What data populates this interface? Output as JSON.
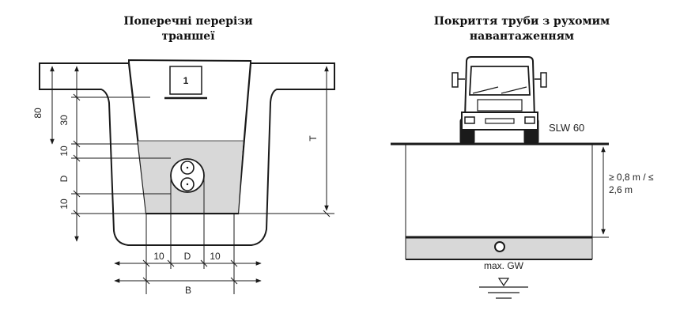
{
  "left": {
    "title_line1": "Поперечні перерізи",
    "title_line2": "траншеї",
    "box_number": "1",
    "dims": {
      "left_80": "80",
      "left_30": "30",
      "left_10_top": "10",
      "left_D": "D",
      "left_10_bottom": "10",
      "right_T": "T",
      "bottom_10_left": "10",
      "bottom_D": "D",
      "bottom_10_right": "10",
      "bottom_B": "B"
    }
  },
  "right": {
    "title_line1": "Покриття труби з рухомим",
    "title_line2": "навантаженням",
    "load_label": "SLW 60",
    "depth_line1": "≥ 0,8 m / ≤",
    "depth_line2": "2,6 m",
    "gw_label": "max. GW"
  },
  "colors": {
    "line": "#1a1a1a",
    "fill_gray": "#d8d8d8",
    "soil": "#ffffff"
  }
}
